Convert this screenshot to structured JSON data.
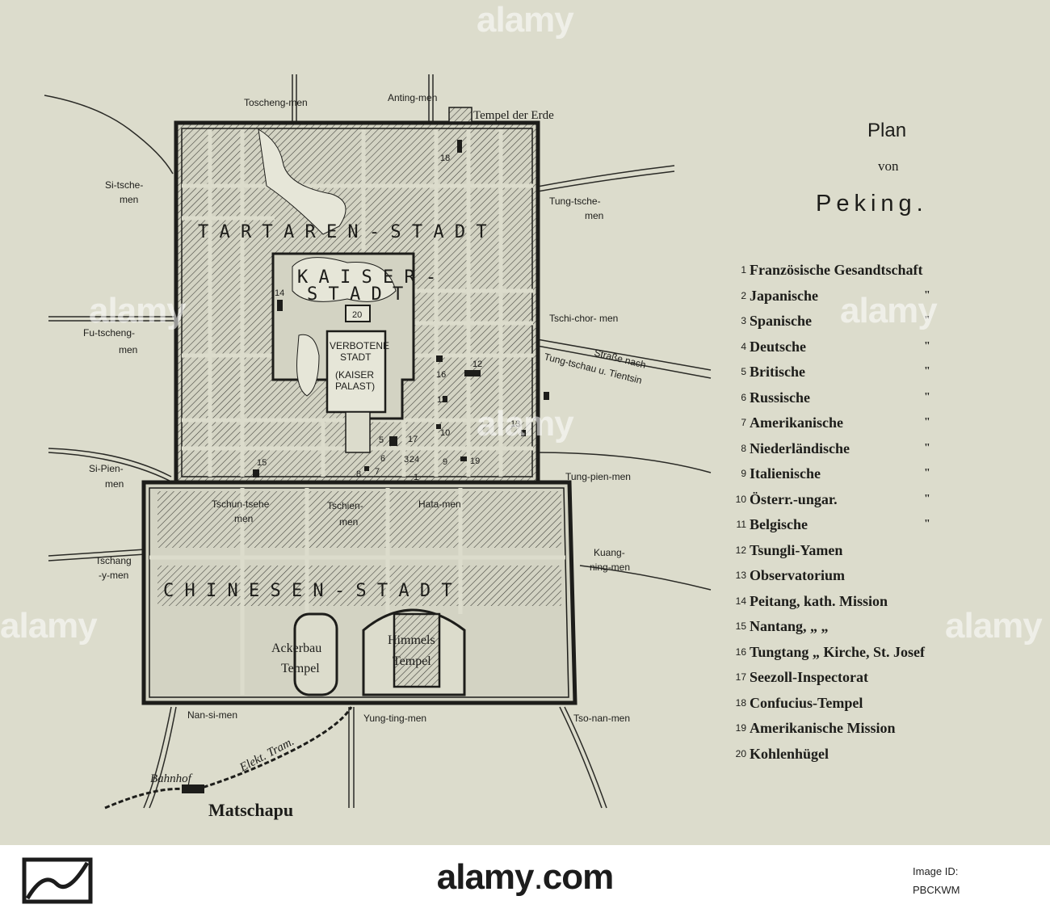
{
  "title": {
    "plan": "Plan",
    "von": "von",
    "city": "Peking."
  },
  "legend": [
    {
      "num": "1",
      "text": "Französische Gesandtschaft",
      "ditto": ""
    },
    {
      "num": "2",
      "text": "Japanische",
      "ditto": "\""
    },
    {
      "num": "3",
      "text": "Spanische",
      "ditto": "\""
    },
    {
      "num": "4",
      "text": "Deutsche",
      "ditto": "\""
    },
    {
      "num": "5",
      "text": "Britische",
      "ditto": "\""
    },
    {
      "num": "6",
      "text": "Russische",
      "ditto": "\""
    },
    {
      "num": "7",
      "text": "Amerikanische",
      "ditto": "\""
    },
    {
      "num": "8",
      "text": "Niederländische",
      "ditto": "\""
    },
    {
      "num": "9",
      "text": "Italienische",
      "ditto": "\""
    },
    {
      "num": "10",
      "text": "Österr.-ungar.",
      "ditto": "\""
    },
    {
      "num": "11",
      "text": "Belgische",
      "ditto": "\""
    },
    {
      "num": "12",
      "text": "Tsungli-Yamen",
      "ditto": ""
    },
    {
      "num": "13",
      "text": "Observatorium",
      "ditto": ""
    },
    {
      "num": "14",
      "text": "Peitang, kath. Mission",
      "ditto": ""
    },
    {
      "num": "15",
      "text": "Nantang,  „      „",
      "ditto": ""
    },
    {
      "num": "16",
      "text": "Tungtang  „   Kirche, St. Josef",
      "ditto": ""
    },
    {
      "num": "17",
      "text": "Seezoll-Inspectorat",
      "ditto": ""
    },
    {
      "num": "18",
      "text": "Confucius-Tempel",
      "ditto": ""
    },
    {
      "num": "19",
      "text": "Amerikanische Mission",
      "ditto": ""
    },
    {
      "num": "20",
      "text": "Kohlenhügel",
      "ditto": ""
    }
  ],
  "gates": {
    "tosheng": "Toscheng-men",
    "anting": "Anting-men",
    "si_tsche_1": "Si-tsche-",
    "si_tsche_2": "men",
    "tung_tsche_1": "Tung-tsche-",
    "tung_tsche_2": "men",
    "tschi_chor": "Tschi-chor- men",
    "fu_tscheng_1": "Fu-tscheng-",
    "fu_tscheng_2": "men",
    "si_pien_1": "Si-Pien-",
    "si_pien_2": "men",
    "tung_pien": "Tung-pien-men",
    "tschun_tsehe_1": "Tschun-tsehe",
    "tschun_tsehe_2": "men",
    "tschien_1": "Tschien-",
    "tschien_2": "men",
    "hata": "Hata-men",
    "tschang_1": "Tschang",
    "tschang_2": "-y-men",
    "kuang_1": "Kuang-",
    "kuang_2": "ning-men",
    "nan_si": "Nan-si-men",
    "yung_ting": "Yung-ting-men",
    "tso_nan": "Tso-nan-men"
  },
  "places": {
    "tempel_erde": "Tempel der Erde",
    "tartaren": "T A R T A R E N - S T A D T",
    "kaiser_1": "K A I S E R -",
    "kaiser_2": "S T A D T",
    "verbotene_1": "VERBOTENE",
    "verbotene_2": "STADT",
    "verbotene_3": "(KAISER",
    "verbotene_4": "PALAST)",
    "chinesen": "C H I N E S E N - S T A D T",
    "ackerbau_1": "Ackerbau",
    "ackerbau_2": "Tempel",
    "himmels_1": "Himmels",
    "himmels_2": "Tempel",
    "strasse_1": "Straße nach",
    "strasse_2": "Tung-tschau u. Tientsin",
    "bahnhof": "Bahnhof",
    "tram": "Elekt. Tram.",
    "matschapu": "Matschapu"
  },
  "map_numbers": [
    "1",
    "2",
    "3",
    "4",
    "5",
    "6",
    "7",
    "8",
    "9",
    "10",
    "11",
    "12",
    "13",
    "14",
    "15",
    "16",
    "17",
    "18",
    "19",
    "20"
  ],
  "banner": {
    "url_main": "alamy",
    "url_dot": ".",
    "url_tld": "com",
    "image_id_label": "Image ID:",
    "image_id": "PBCKWM",
    "watermark": "alamy"
  },
  "colors": {
    "paper": "#dcdccc",
    "ink": "#1d1d1a",
    "banner": "#ffffff"
  }
}
